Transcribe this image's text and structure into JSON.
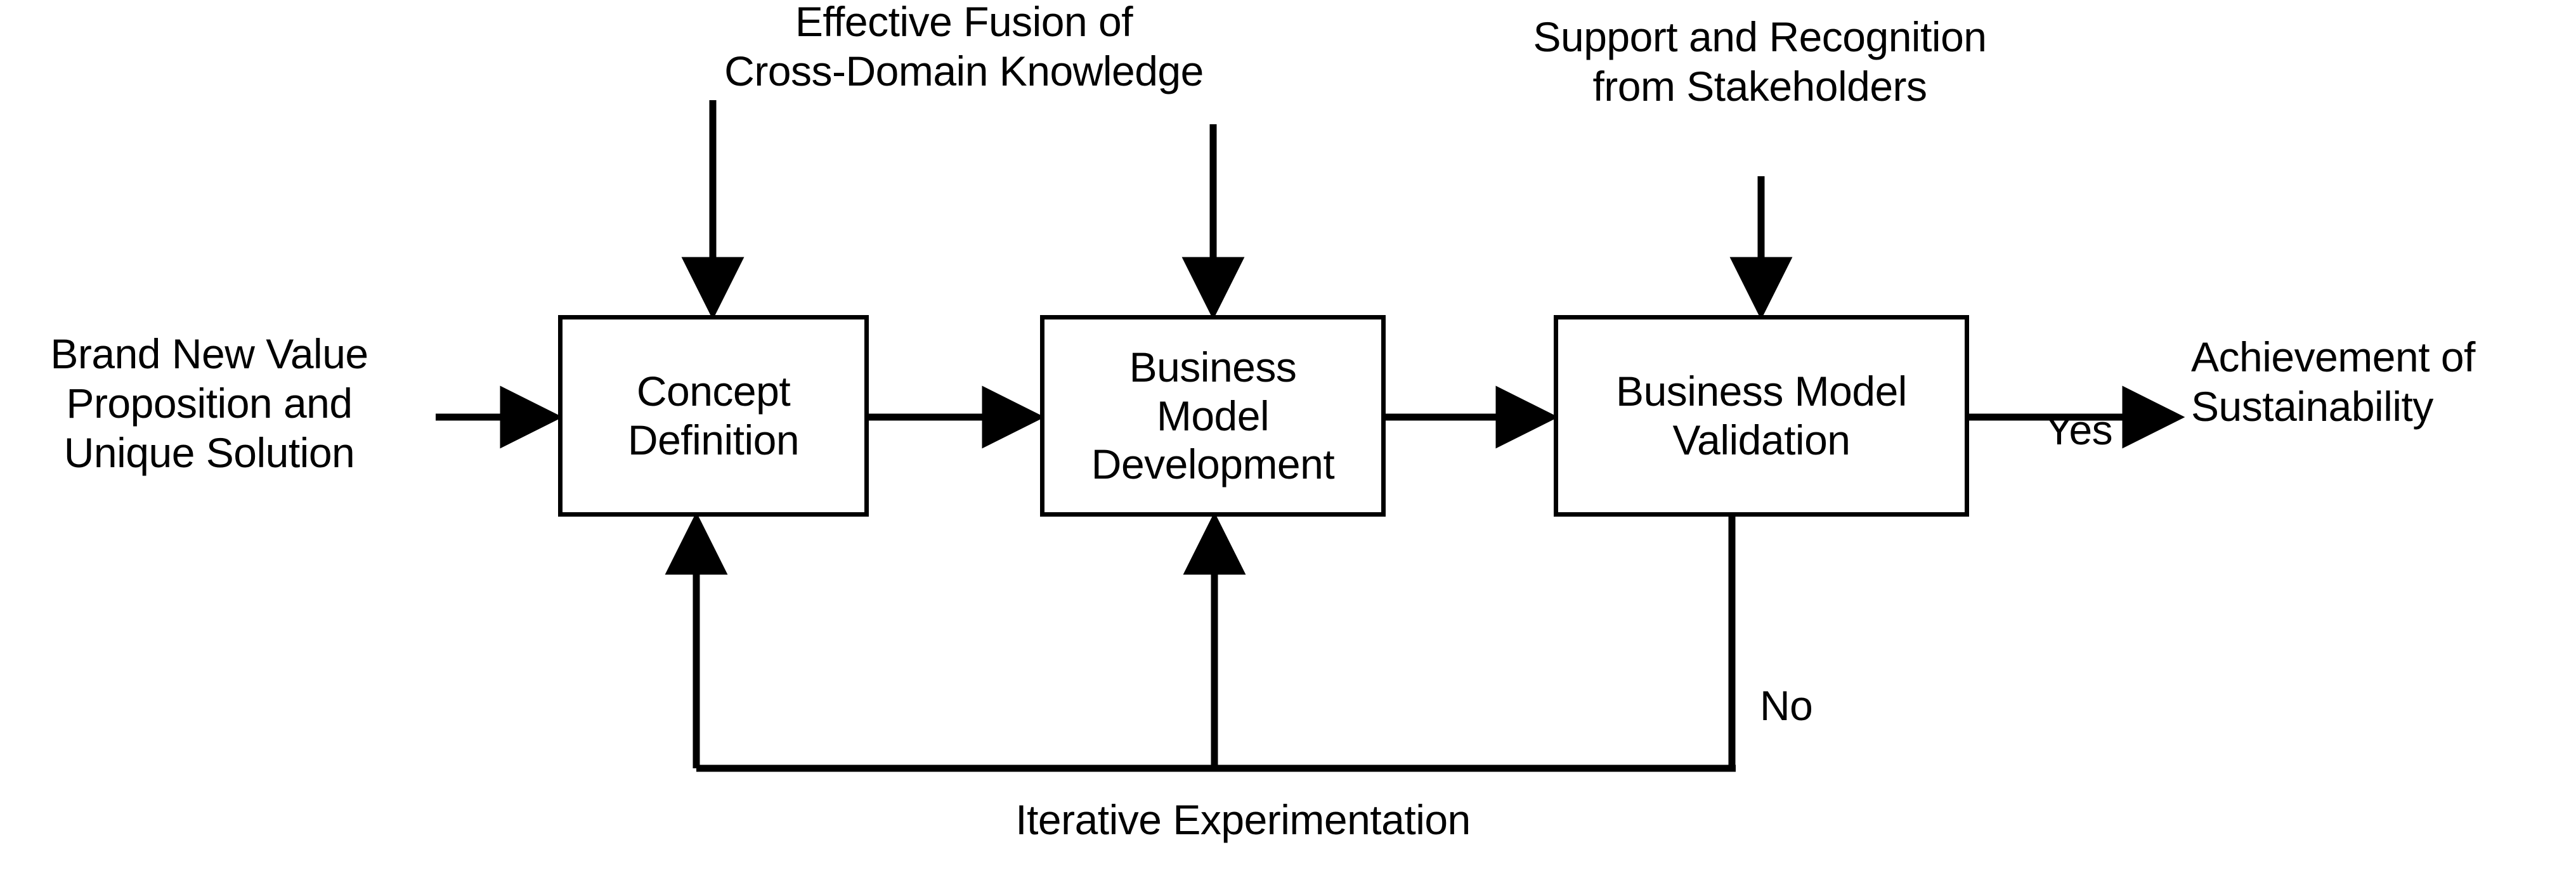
{
  "diagram": {
    "title": "Business Model Innovation Process Flowchart",
    "stroke_color": "#000000",
    "background_color": "#ffffff",
    "text_color": "#000000"
  },
  "nodes": [
    {
      "id": "concept-definition",
      "label": "Concept\nDefinition"
    },
    {
      "id": "business-model-development",
      "label": "Business\nModel\nDevelopment"
    },
    {
      "id": "business-model-validation",
      "label": "Business Model\nValidation"
    }
  ],
  "annotations": {
    "input": "Brand New Value\nProposition and\nUnique Solution",
    "fusion": "Effective Fusion of\nCross-Domain Knowledge",
    "support": "Support and Recognition\nfrom Stakeholders",
    "outcome": "Achievement of\nSustainability",
    "iterative": "Iterative Experimentation"
  },
  "edge_labels": {
    "yes": "Yes",
    "no": "No"
  },
  "edges": [
    {
      "from": "input-label",
      "to": "concept-definition",
      "label": ""
    },
    {
      "from": "fusion-label",
      "to": "concept-definition",
      "label": ""
    },
    {
      "from": "concept-definition",
      "to": "business-model-development",
      "label": ""
    },
    {
      "from": "support-label",
      "to": "business-model-validation",
      "label": ""
    },
    {
      "from": "business-model-development",
      "to": "business-model-validation",
      "label": ""
    },
    {
      "from": "business-model-validation",
      "to": "outcome-label",
      "label": "Yes"
    },
    {
      "from": "business-model-validation",
      "to": "concept-definition",
      "label": "No"
    },
    {
      "from": "iterative-loop",
      "to": "business-model-development",
      "label": "Iterative Experimentation"
    }
  ]
}
